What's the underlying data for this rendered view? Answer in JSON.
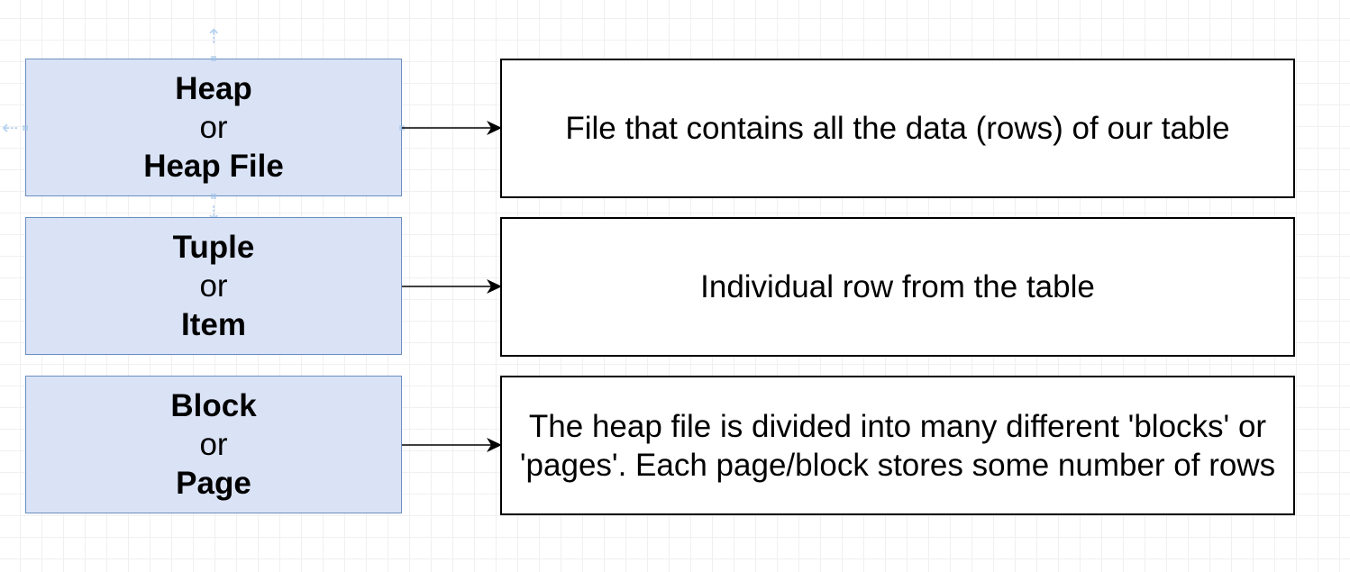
{
  "terms": [
    {
      "primary": "Heap",
      "connector": "or",
      "alternate": "Heap File"
    },
    {
      "primary": "Tuple",
      "connector": "or",
      "alternate": "Item"
    },
    {
      "primary": "Block",
      "connector": "or",
      "alternate": "Page"
    }
  ],
  "descriptions": [
    "File that contains all the data (rows) of our table",
    "Individual row from the table",
    "The heap file is divided into many different 'blocks' or 'pages'.  Each page/block stores some number of rows"
  ],
  "colors": {
    "term_fill": "#dae3f6",
    "term_stroke": "#6c8ebf",
    "description_stroke": "#000000",
    "connector": "#000000",
    "selection_hint": "#9dc1e8"
  }
}
